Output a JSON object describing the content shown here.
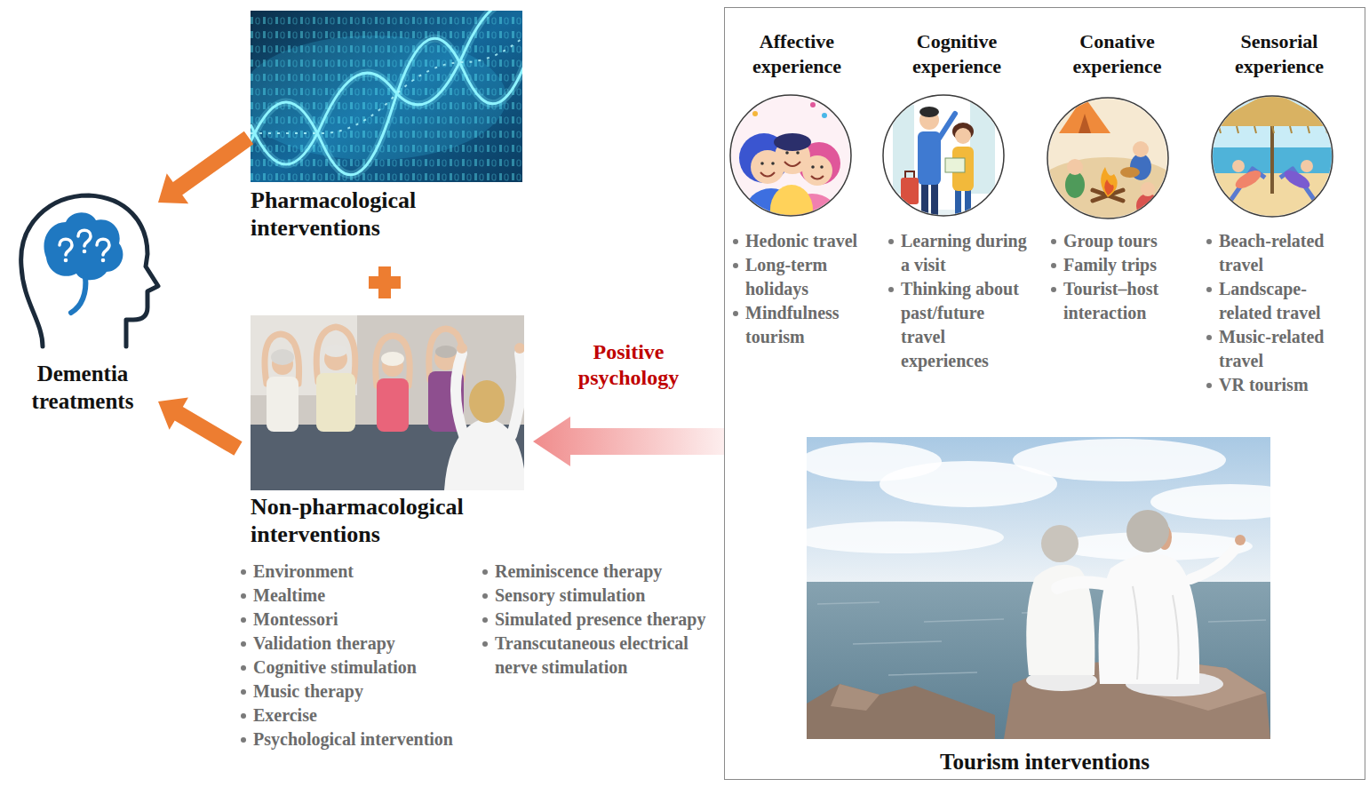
{
  "diagram": {
    "nodes": [
      {
        "text": [
          "Dementia treatments"
        ]
      },
      {
        "text": [
          "Pharmacological interventions"
        ]
      },
      {
        "text": [
          "Non-pharmacological interventions",
          "Environment",
          "Mealtime",
          "Montessori",
          "Validation therapy",
          "Cognitive stimulation",
          "Music therapy",
          "Exercise",
          "Psychological intervention",
          "Reminiscence therapy",
          "Sensory stimulation",
          "Simulated presence therapy",
          "Transcutaneous electrical nerve stimulation"
        ]
      },
      {
        "text": [
          "Tourism interventions"
        ]
      },
      {
        "text": [
          "Affective experience",
          "Hedonic travel",
          "Long-term holidays",
          "Mindfulness tourism"
        ],
        "in": 3
      },
      {
        "text": [
          "Cognitive experience",
          "Learning during a visit",
          "Thinking about past/future travel experiences"
        ],
        "in": 3
      },
      {
        "text": [
          "Conative experience",
          "Group tours",
          "Family trips",
          "Tourist–host interaction"
        ],
        "in": 3
      },
      {
        "text": [
          "Sensorial experience",
          "Beach-related travel",
          "Landscape-related travel",
          "Music-related travel",
          "VR tourism"
        ],
        "in": 3
      }
    ],
    "edges": [
      {
        "from": 1,
        "to": 0,
        "arrow": "to"
      },
      {
        "from": 2,
        "to": 0,
        "arrow": "to"
      },
      {
        "from": 3,
        "to": 2,
        "label": "Positive psychology",
        "arrow": "to"
      }
    ]
  }
}
